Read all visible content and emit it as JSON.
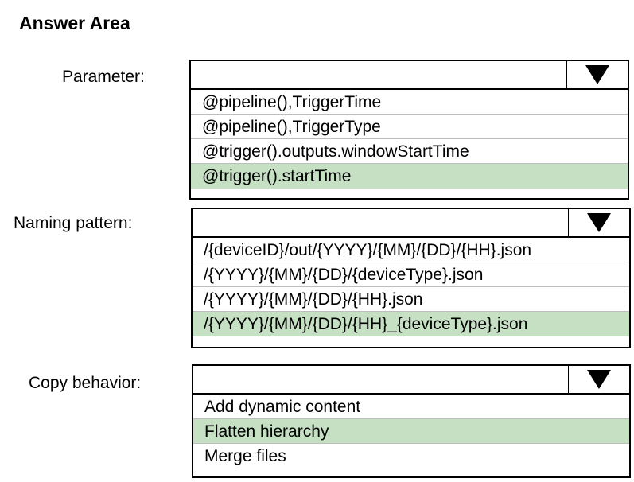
{
  "title": "Answer Area",
  "highlight_color": "#c5e0c3",
  "icons": {
    "dropdown_arrow": "triangle-down-icon"
  },
  "parameter": {
    "label": "Parameter:",
    "options": [
      {
        "text": "@pipeline(),TriggerTime",
        "selected": false
      },
      {
        "text": "@pipeline(),TriggerType",
        "selected": false
      },
      {
        "text": "@trigger().outputs.windowStartTime",
        "selected": false
      },
      {
        "text": "@trigger().startTime",
        "selected": true
      }
    ]
  },
  "naming_pattern": {
    "label": "Naming pattern:",
    "options": [
      {
        "text": "/{deviceID}/out/{YYYY}/{MM}/{DD}/{HH}.json",
        "selected": false
      },
      {
        "text": "/{YYYY}/{MM}/{DD}/{deviceType}.json",
        "selected": false
      },
      {
        "text": "/{YYYY}/{MM}/{DD}/{HH}.json",
        "selected": false
      },
      {
        "text": "/{YYYY}/{MM}/{DD}/{HH}_{deviceType}.json",
        "selected": true
      }
    ]
  },
  "copy_behavior": {
    "label": "Copy behavior:",
    "options": [
      {
        "text": "Add dynamic content",
        "selected": false
      },
      {
        "text": "Flatten hierarchy",
        "selected": true
      },
      {
        "text": "Merge files",
        "selected": false
      }
    ]
  }
}
